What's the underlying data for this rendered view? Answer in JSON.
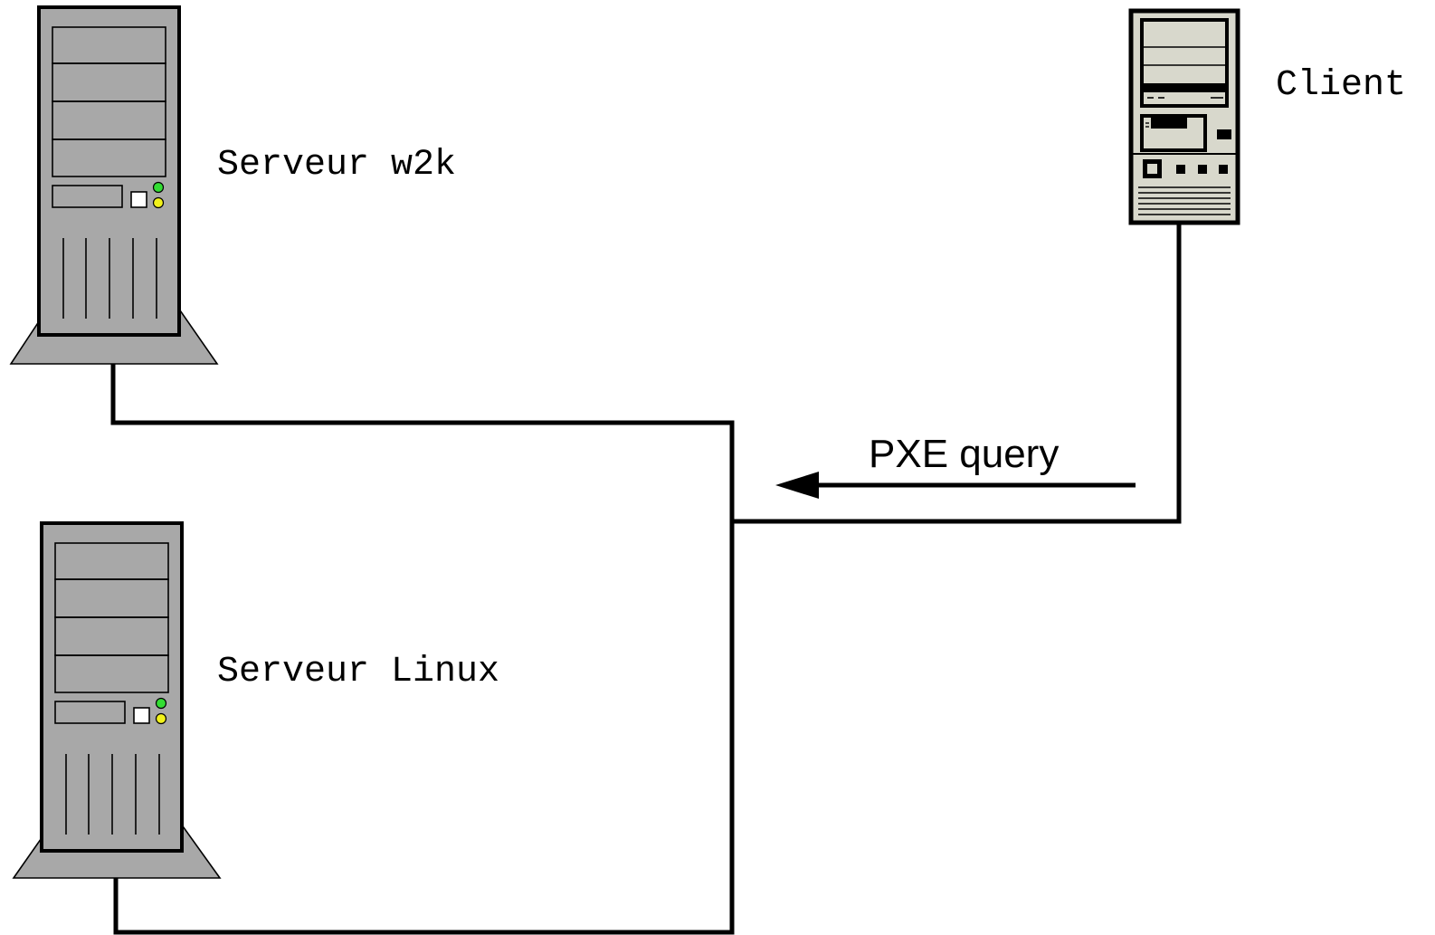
{
  "nodes": {
    "server_w2k": {
      "label": "Serveur w2k",
      "icon": "tower-server-icon"
    },
    "server_linux": {
      "label": "Serveur Linux",
      "icon": "tower-server-icon"
    },
    "client": {
      "label": "Client",
      "icon": "desktop-computer-icon"
    }
  },
  "edges": {
    "pxe": {
      "label": "PXE query",
      "from": "Client",
      "direction": "toward servers"
    }
  },
  "colors": {
    "line": "#000000",
    "server_body": "#a8a8a8",
    "server_base": "#a8a8a8",
    "client_body": "#d8d8cc",
    "led_green": "#33dd33",
    "led_yellow": "#f2f21a"
  }
}
